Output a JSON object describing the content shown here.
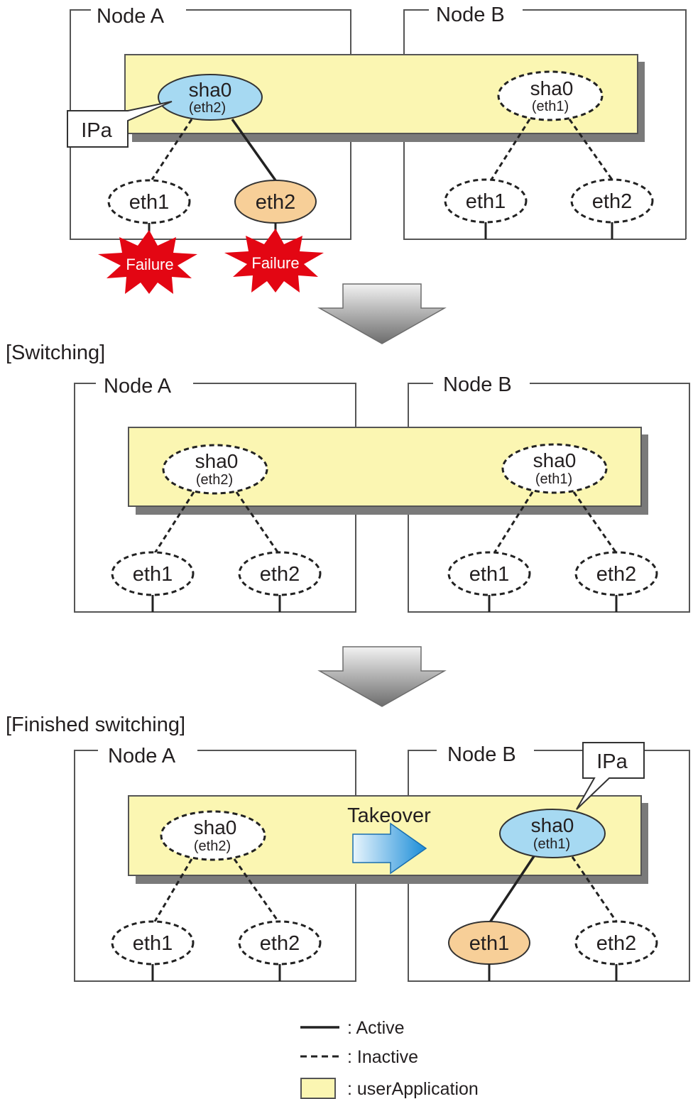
{
  "sections": [
    {
      "heading": "",
      "node_a": {
        "title": "Node A",
        "sha_label": "sha0",
        "sha_sub": "(eth2)",
        "sha_state": "active",
        "nic1": {
          "label": "eth1",
          "state": "failed",
          "link": "inactive"
        },
        "nic2": {
          "label": "eth2",
          "state": "active-failed",
          "link": "active"
        },
        "callout": "IPa"
      },
      "node_b": {
        "title": "Node B",
        "sha_label": "sha0",
        "sha_sub": "(eth1)",
        "sha_state": "inactive",
        "nic1": {
          "label": "eth1",
          "state": "inactive",
          "link": "inactive"
        },
        "nic2": {
          "label": "eth2",
          "state": "inactive",
          "link": "inactive"
        }
      },
      "failure_labels": [
        "Failure",
        "Failure"
      ]
    },
    {
      "heading": "[Switching]",
      "node_a": {
        "title": "Node A",
        "sha_label": "sha0",
        "sha_sub": "(eth2)",
        "sha_state": "inactive",
        "nic1": {
          "label": "eth1",
          "state": "inactive",
          "link": "inactive"
        },
        "nic2": {
          "label": "eth2",
          "state": "inactive",
          "link": "inactive"
        }
      },
      "node_b": {
        "title": "Node B",
        "sha_label": "sha0",
        "sha_sub": "(eth1)",
        "sha_state": "inactive",
        "nic1": {
          "label": "eth1",
          "state": "inactive",
          "link": "inactive"
        },
        "nic2": {
          "label": "eth2",
          "state": "inactive",
          "link": "inactive"
        }
      }
    },
    {
      "heading": "[Finished switching]",
      "node_a": {
        "title": "Node A",
        "sha_label": "sha0",
        "sha_sub": "(eth2)",
        "sha_state": "inactive",
        "nic1": {
          "label": "eth1",
          "state": "inactive",
          "link": "inactive"
        },
        "nic2": {
          "label": "eth2",
          "state": "inactive",
          "link": "inactive"
        }
      },
      "node_b": {
        "title": "Node B",
        "sha_label": "sha0",
        "sha_sub": "(eth1)",
        "sha_state": "active",
        "nic1": {
          "label": "eth1",
          "state": "active",
          "link": "active"
        },
        "nic2": {
          "label": "eth2",
          "state": "inactive",
          "link": "inactive"
        },
        "callout": "IPa"
      },
      "takeover_label": "Takeover"
    }
  ],
  "legend": {
    "active": ": Active",
    "inactive": ": Inactive",
    "user_app": ": userApplication"
  },
  "colors": {
    "user_app_fill": "#fbf6b2",
    "sha_active_fill": "#a6d9f2",
    "nic_active_fill": "#f7cf98",
    "failure_fill": "#e30613",
    "takeover_arrow": "#1b8dd8",
    "down_arrow": "#8a8a8a",
    "shadow": "#7a7a7a"
  }
}
